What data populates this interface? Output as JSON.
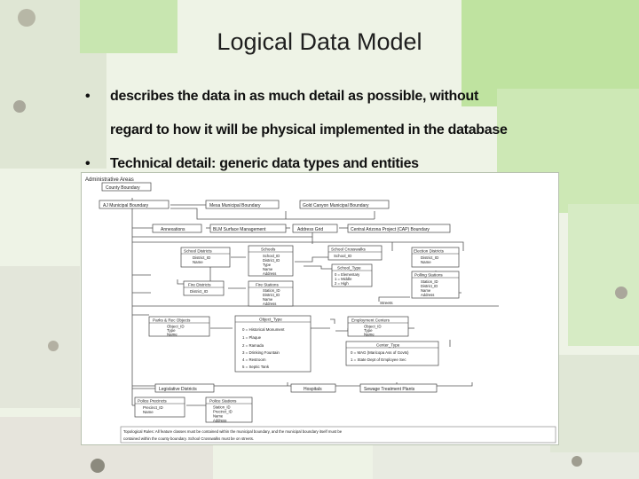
{
  "slide": {
    "title": "Logical Data Model",
    "bullets": [
      "describes the data in as much detail as possible, without regard to how it will be physical implemented in the database",
      "Technical detail: generic data types and entities"
    ],
    "bullet_line_1": "describes the data in as much detail as possible, without",
    "bullet_line_2": "regard to how it will be physical implemented in the database",
    "bullet_line_3": "Technical detail: generic data types and entities",
    "bullet_symbol": "•"
  },
  "diagram": {
    "header": "Administrative Areas",
    "entities": {
      "county_boundary": "County Boundary",
      "aj_boundary": "AJ Municipal Boundary",
      "mesa_boundary": "Mesa Municipal Boundary",
      "gold_canyon_boundary": "Gold Canyon Municipal Boundary",
      "annexations": "Annexations",
      "blm": "BLM Surface Management",
      "address_grid": "Address Grid",
      "cap_boundary": "Central Arizona Project (CAP) Boundary",
      "school_districts": {
        "title": "School Districts",
        "fields": [
          "District_ID",
          "Name"
        ]
      },
      "schools": {
        "title": "Schools",
        "fields": [
          "School_ID",
          "District_ID",
          "Type",
          "Name",
          "Address"
        ]
      },
      "school_crosswalks": {
        "title": "School Crosswalks",
        "fields": [
          "School_ID"
        ]
      },
      "school_type": {
        "title": "School_Type",
        "fields": [
          "0 = Elementary",
          "1 = Middle",
          "2 = High"
        ]
      },
      "election_districts": {
        "title": "Election Districts",
        "fields": [
          "District_ID",
          "Name"
        ]
      },
      "polling_stations": {
        "title": "Polling Stations",
        "fields": [
          "Station_ID",
          "District_ID",
          "Name",
          "Address"
        ]
      },
      "fire_districts": {
        "title": "Fire Districts",
        "fields": [
          "District_ID"
        ]
      },
      "fire_stations": {
        "title": "Fire Stations",
        "fields": [
          "Station_ID",
          "District_ID",
          "Name",
          "Address"
        ]
      },
      "streets": "Streets",
      "parks_rec": {
        "title": "Parks & Rec Objects",
        "fields": [
          "Object_ID",
          "Type",
          "Name"
        ]
      },
      "object_type": {
        "title": "Object_Type",
        "fields": [
          "0 = Historical Monument",
          "1 = Plaque",
          "2 = Ramada",
          "3 = Drinking Fountain",
          "4 = Restroom",
          "5 = Septic Tank"
        ]
      },
      "employment_centers": {
        "title": "Employment Centers",
        "fields": [
          "Object_ID",
          "Type",
          "Name"
        ]
      },
      "center_type": {
        "title": "Center_Type",
        "fields": [
          "0 = MAG (Maricopa Ass of Govts)",
          "1 = State Dept of Employee Sec"
        ]
      },
      "legislative_districts": "Legislative Districts",
      "hospitals": "Hospitals",
      "sewage": "Sewage Treatment Plants",
      "police_precincts": {
        "title": "Police Precincts",
        "fields": [
          "Precinct_ID",
          "Name"
        ]
      },
      "police_stations": {
        "title": "Police Stations",
        "fields": [
          "Station_ID",
          "Precinct_ID",
          "Name",
          "Address"
        ]
      }
    },
    "footnote_line_1": "Topological Rules: All feature classes must be contained within the municipal boundary, and the municipal boundary itself must be",
    "footnote_line_2": "contained within the county boundary. School Crosswalks must be on streets."
  },
  "colors": {
    "background": "#eef3e6",
    "diagram_line": "#555555",
    "text": "#111111"
  }
}
